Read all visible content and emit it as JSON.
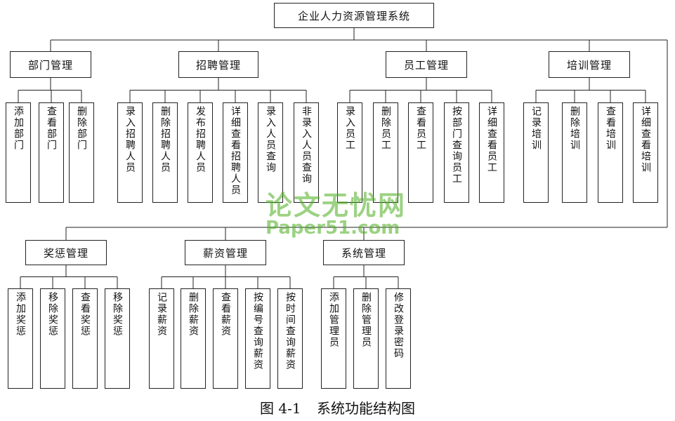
{
  "root": "企业人力资源管理系统",
  "modules": [
    {
      "name": "部门管理",
      "items": [
        "添加部门",
        "查看部门",
        "删除部门"
      ]
    },
    {
      "name": "招聘管理",
      "items": [
        "录入招聘人员",
        "删除招聘人员",
        "发布招聘人员",
        "详细查看招聘人员",
        "录入人员查询",
        "非录入人员查询"
      ]
    },
    {
      "name": "员工管理",
      "items": [
        "录入员工",
        "删除员工",
        "查看员工",
        "按部门查询员工",
        "详细查看员工"
      ]
    },
    {
      "name": "培训管理",
      "items": [
        "记录培训",
        "删除培训",
        "查看培训",
        "详细查看培训"
      ]
    },
    {
      "name": "奖惩管理",
      "items": [
        "添加奖惩",
        "移除奖惩",
        "查看奖惩",
        "移除奖惩"
      ]
    },
    {
      "name": "薪资管理",
      "items": [
        "记录薪资",
        "删除薪资",
        "查看薪资",
        "按编号查询薪资",
        "按时间查询薪资"
      ]
    },
    {
      "name": "系统管理",
      "items": [
        "添加管理员",
        "删除管理员",
        "修改登录密码"
      ]
    }
  ],
  "watermark": {
    "cn": "论文无忧网",
    "en": "Paper51.com"
  },
  "caption": {
    "number": "图 4-1",
    "title": "系统功能结构图"
  }
}
